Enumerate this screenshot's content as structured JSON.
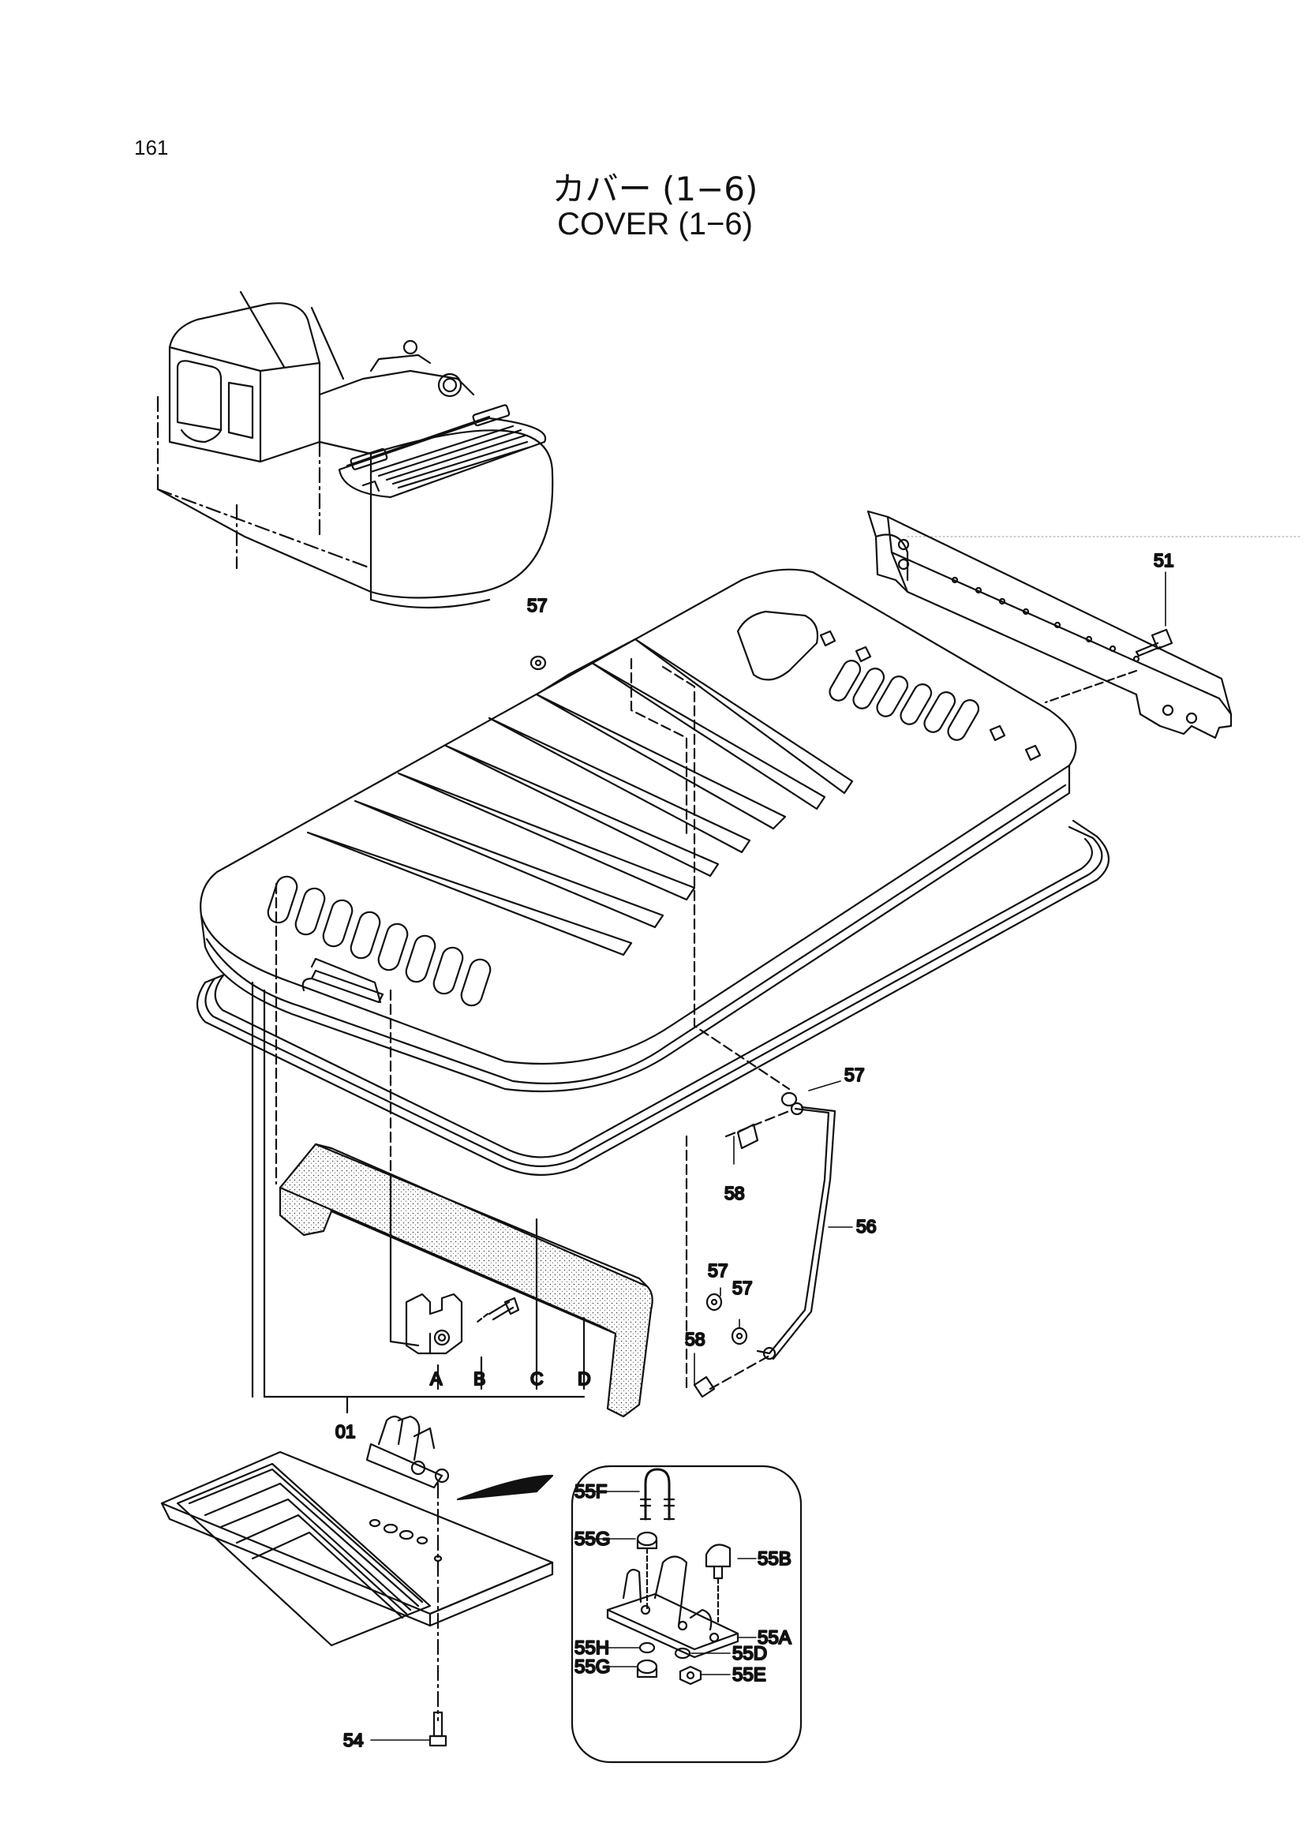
{
  "header": {
    "page_number": "161",
    "title_jp": "カバー (1−6)",
    "title_en": "COVER (1−6)"
  },
  "callouts": {
    "p51": "51",
    "p57_top": "57",
    "p57_right": "57",
    "p58_a": "58",
    "p56": "56",
    "p57_b": "57",
    "p57_c": "57",
    "p58_b": "58",
    "p01": "01",
    "pA": "A",
    "pB": "B",
    "pC": "C",
    "pD": "D",
    "p54": "54",
    "p55F": "55F",
    "p55G_top": "55G",
    "p55B": "55B",
    "p55A": "55A",
    "p55H": "55H",
    "p55D": "55D",
    "p55G_bot": "55G",
    "p55E": "55E"
  },
  "icons": {
    "excavator": "excavator-overview-icon",
    "cover": "engine-cover-icon",
    "hinge": "hinge-bracket-icon",
    "seal": "rubber-seal-icon",
    "foam": "foam-strip-icon",
    "stay": "support-stay-rod-icon",
    "latch": "latch-assembly-icon",
    "grille": "grille-panel-icon"
  }
}
